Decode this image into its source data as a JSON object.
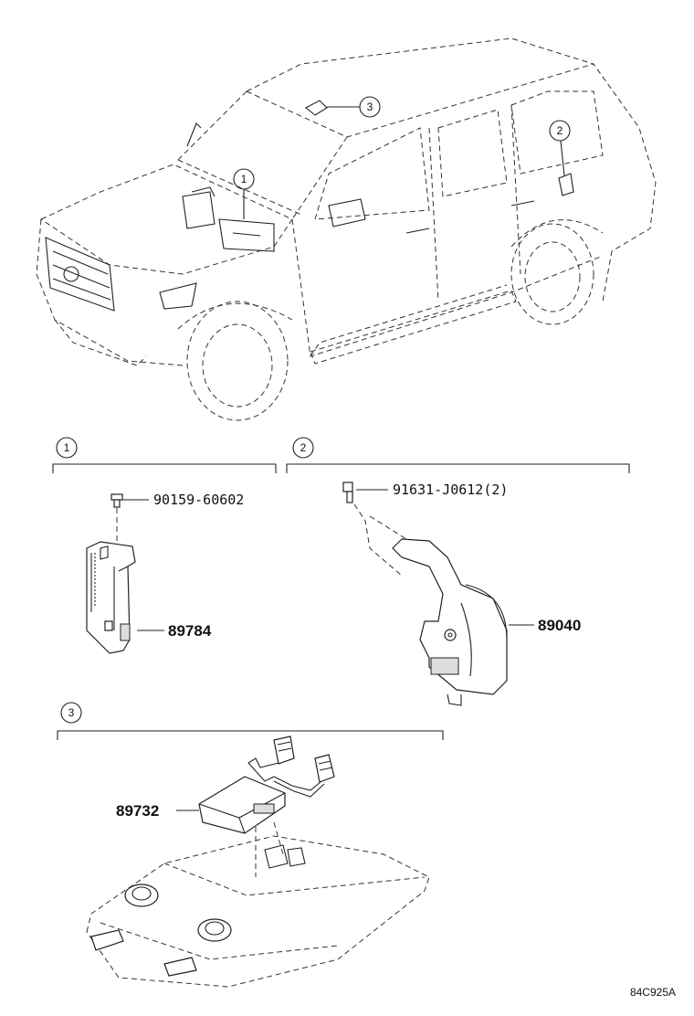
{
  "callouts": {
    "c1": "1",
    "c2": "2",
    "c3": "3"
  },
  "parts": {
    "p1": "90159-60602",
    "p2": "89784",
    "p3": "91631-J0612(2)",
    "p4": "89040",
    "p5": "89732"
  },
  "figure_code": "84C925A"
}
